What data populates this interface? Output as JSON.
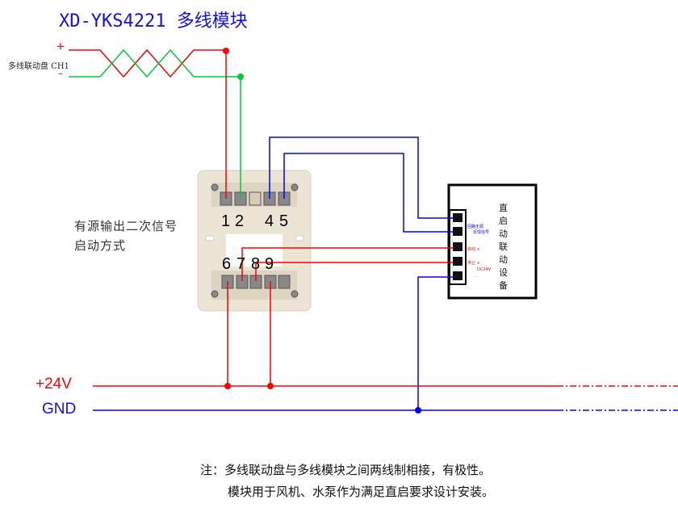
{
  "title": "XD-YKS4221 多线模块",
  "panel": {
    "label": "多线联动盘 CH1",
    "plus": "+",
    "minus": "-"
  },
  "module": {
    "mode_lines": [
      "有源输出二次信号",
      "启动方式"
    ],
    "top_terminals": [
      "1",
      "2",
      "4",
      "5"
    ],
    "bottom_terminals": [
      "6",
      "7",
      "8",
      "9"
    ]
  },
  "device": {
    "name": "直启动联动设备",
    "labels": {
      "feedback1": "回路无源",
      "feedback2": "反馈信号",
      "start": "启动 +",
      "stop": "停止 +",
      "dc": "DC24V",
      "neg": "-"
    }
  },
  "bus": {
    "power": "+24V",
    "ground": "GND"
  },
  "notes": [
    "注：多线联动盘与多线模块之间两线制相接，有极性。",
    "模块用于风机、水泵作为满足直启要求设计安装。"
  ],
  "colors": {
    "positive": "#ff0000",
    "negative": "#00cc33",
    "signal": "#0000ff",
    "title": "#1010ee"
  }
}
